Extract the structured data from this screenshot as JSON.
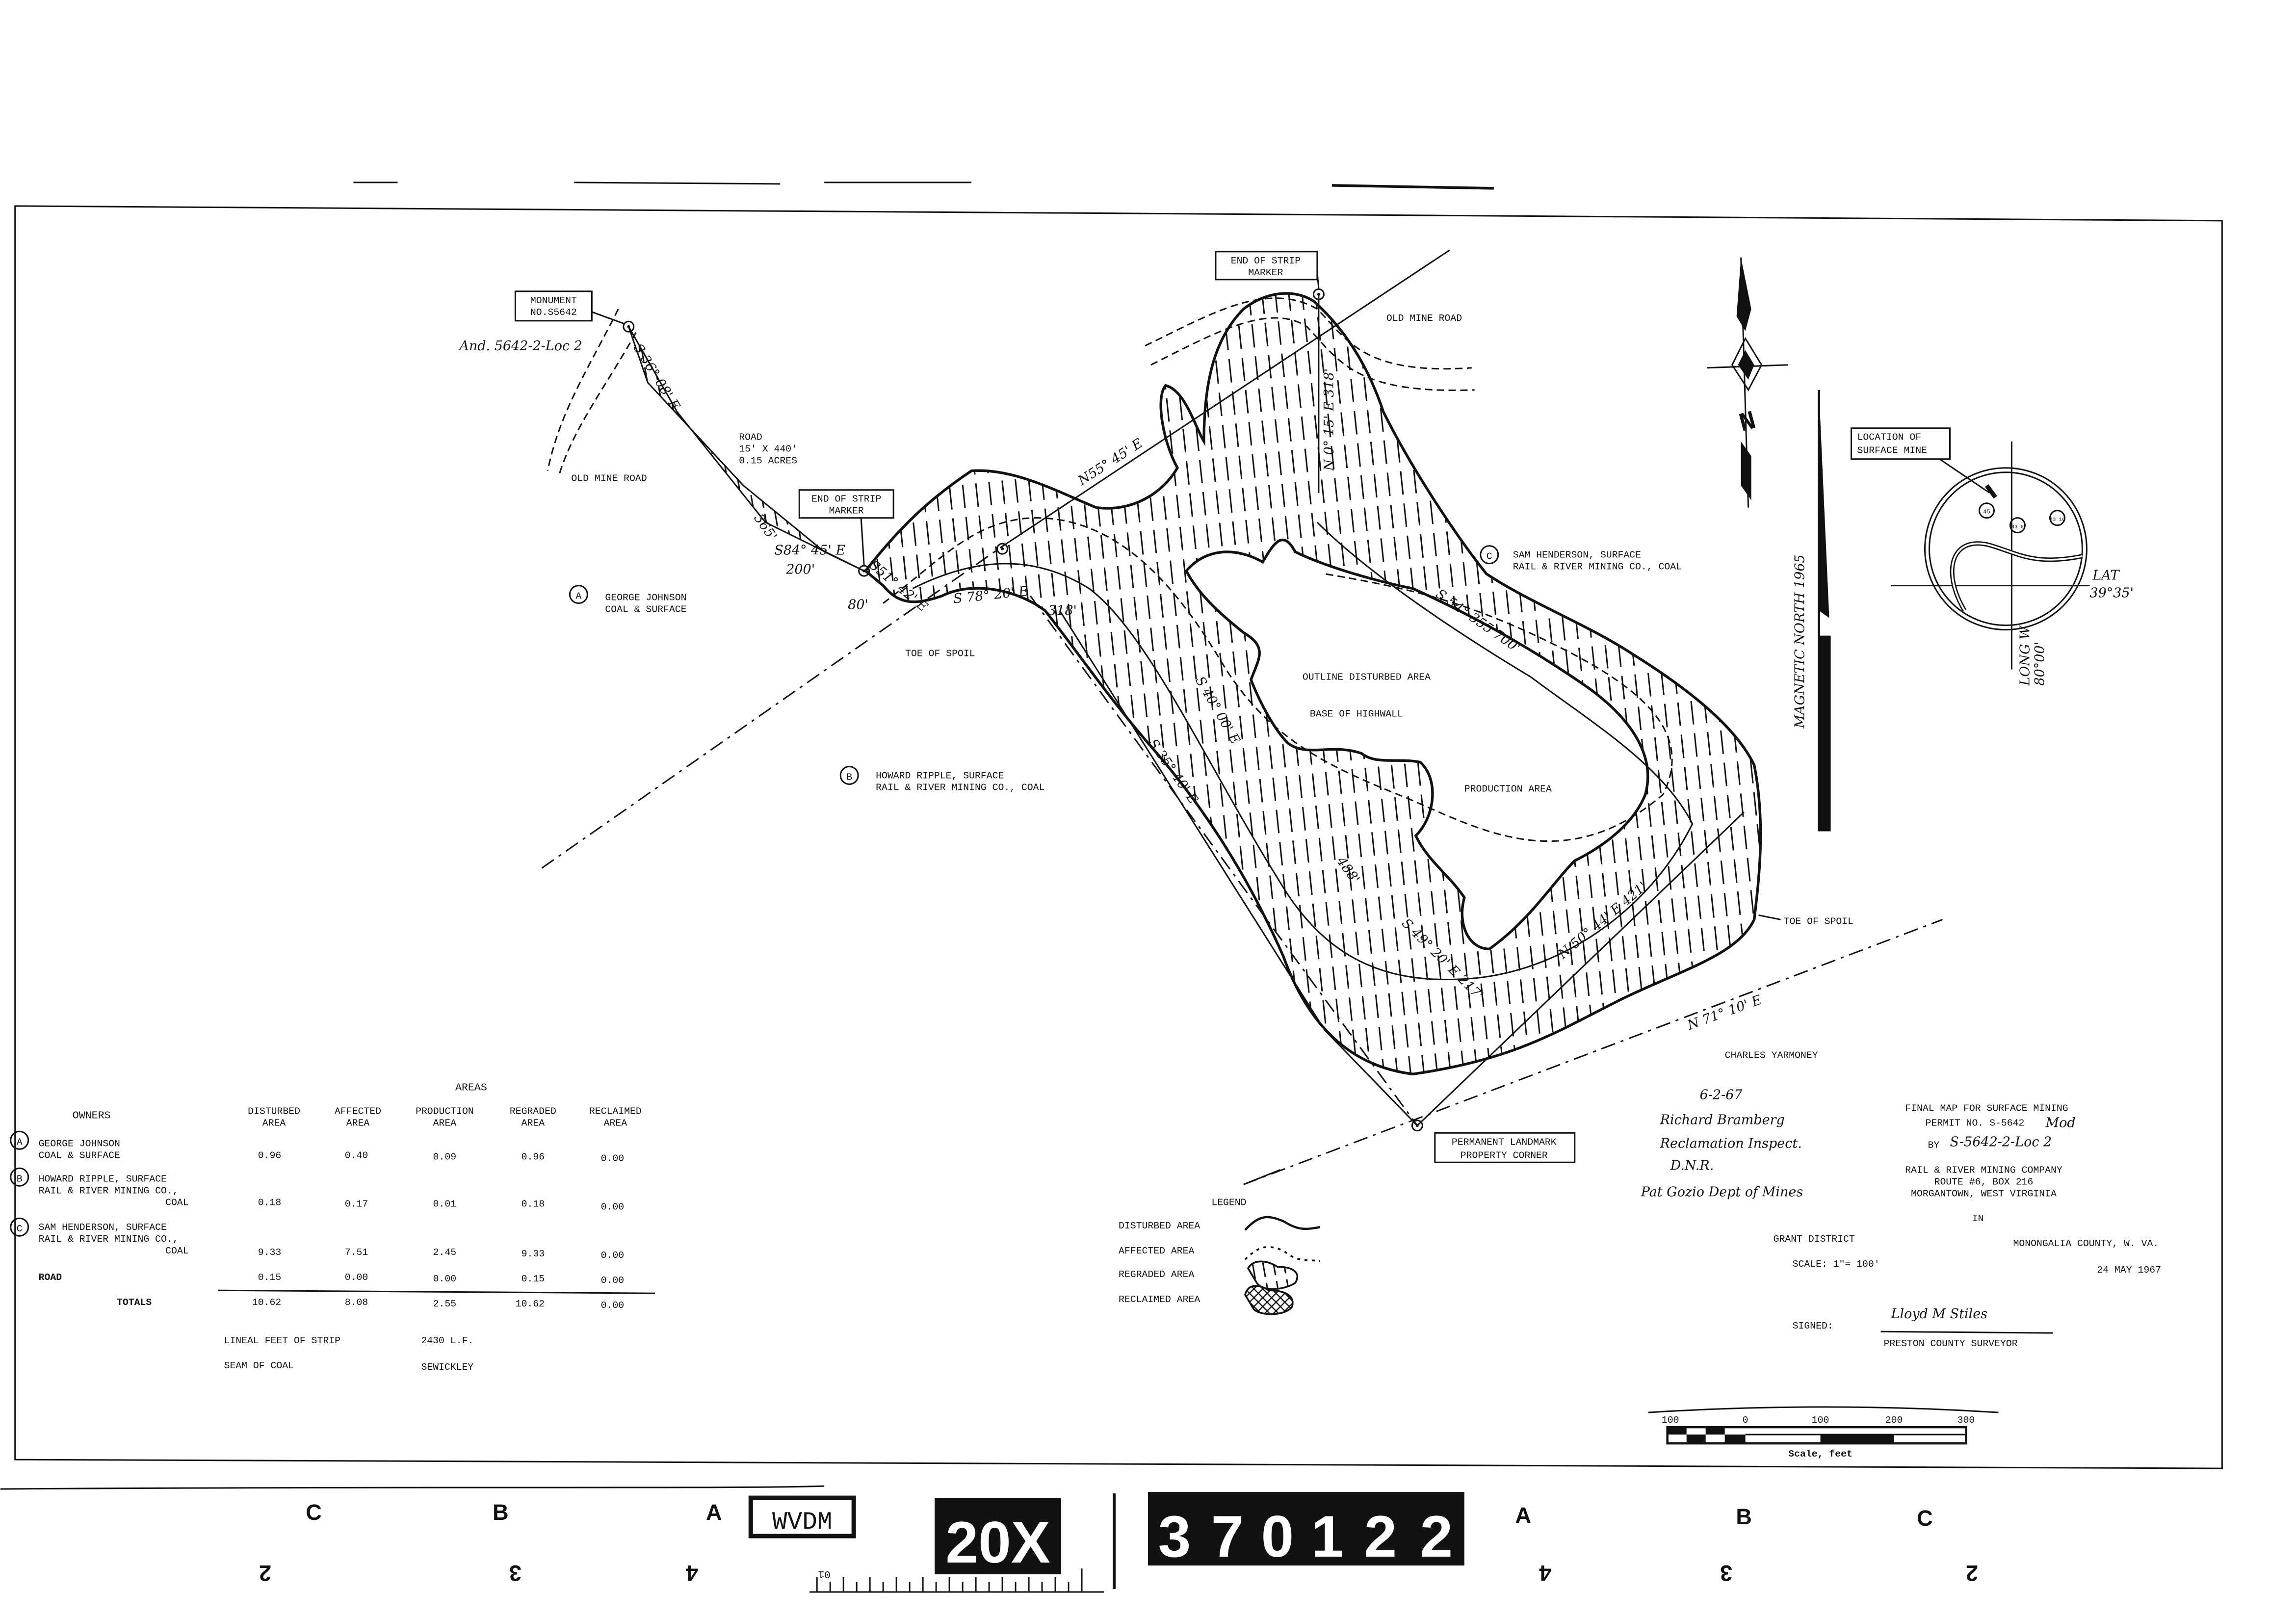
{
  "map": {
    "monument_label": [
      "MONUMENT",
      "NO.S5642"
    ],
    "monument_handwritten": "And. 5642-2-Loc 2",
    "road_bearing": "S 36° 08' E",
    "road_note": [
      "ROAD",
      "15' X 440'",
      "0.15 ACRES"
    ],
    "old_mine_road_1": "OLD MINE ROAD",
    "old_mine_road_2": "OLD MINE ROAD",
    "end_strip_marker_1": [
      "END OF STRIP",
      "MARKER"
    ],
    "end_strip_marker_2": [
      "END OF STRIP",
      "MARKER"
    ],
    "bearing_s84": [
      "S84° 45' E",
      "200'"
    ],
    "bearing_365": "365'",
    "bearing_s51": "S51° 42' E",
    "dist_80": "80'",
    "bearing_n55": "N55° 45' E",
    "bearing_n0": "N 0° 15' E  318'",
    "bearing_s78": "S 78° 20' E",
    "dist_318": "318'",
    "bearing_s40": "S 40° 00' E",
    "bearing_s35": "S 35° 40' E",
    "dist_488": "488'",
    "bearing_s49": "S 49° 20' E  217'",
    "bearing_n50": "N 50° 44' E  421'",
    "bearing_s54": "S 54°  355  700'",
    "bearing_n71": "N 71° 10' E",
    "toe_of_spoil_1": "TOE OF SPOIL",
    "toe_of_spoil_2": "TOE OF SPOIL",
    "outline_disturbed": "OUTLINE DISTURBED AREA",
    "base_highwall": "BASE OF HIGHWALL",
    "production_area": "PRODUCTION AREA",
    "owner_a": {
      "marker": "A",
      "lines": [
        "GEORGE JOHNSON",
        "COAL & SURFACE"
      ]
    },
    "owner_b": {
      "marker": "B",
      "lines": [
        "HOWARD RIPPLE, SURFACE",
        "RAIL & RIVER MINING CO., COAL"
      ]
    },
    "owner_c": {
      "marker": "C",
      "lines": [
        "SAM HENDERSON, SURFACE",
        "RAIL & RIVER MINING CO., COAL"
      ]
    },
    "adjoiner": "CHARLES YARMONEY",
    "landmark": [
      "PERMANENT LANDMARK",
      "PROPERTY CORNER"
    ],
    "north_letter": "N",
    "magnetic_north": "MAGNETIC NORTH 1965",
    "location_label": [
      "LOCATION OF",
      "SURFACE MINE"
    ],
    "location_circles": [
      "45",
      "43 8",
      "43 16"
    ],
    "lat": [
      "LAT",
      "39°35'"
    ],
    "long": [
      "LONG W",
      "80°00'"
    ]
  },
  "areas_table": {
    "title": "AREAS",
    "owners_header": "OWNERS",
    "columns": [
      [
        "DISTURBED",
        "AREA"
      ],
      [
        "AFFECTED",
        "AREA"
      ],
      [
        "PRODUCTION",
        "AREA"
      ],
      [
        "REGRADED",
        "AREA"
      ],
      [
        "RECLAIMED",
        "AREA"
      ]
    ],
    "rows": [
      {
        "marker": "A",
        "name": [
          "GEORGE JOHNSON",
          "COAL & SURFACE"
        ],
        "values": [
          "0.96",
          "0.40",
          "0.09",
          "0.96",
          "0.00"
        ]
      },
      {
        "marker": "B",
        "name": [
          "HOWARD RIPPLE, SURFACE",
          "RAIL & RIVER MINING CO.,",
          "COAL"
        ],
        "values": [
          "0.18",
          "0.17",
          "0.01",
          "0.18",
          "0.00"
        ]
      },
      {
        "marker": "C",
        "name": [
          "SAM HENDERSON, SURFACE",
          "RAIL & RIVER MINING CO.,",
          "COAL"
        ],
        "values": [
          "9.33",
          "7.51",
          "2.45",
          "9.33",
          "0.00"
        ]
      },
      {
        "marker": "",
        "name": [
          "ROAD"
        ],
        "values": [
          "0.15",
          "0.00",
          "0.00",
          "0.15",
          "0.00"
        ]
      }
    ],
    "totals_label": "TOTALS",
    "totals": [
      "10.62",
      "8.08",
      "2.55",
      "10.62",
      "0.00"
    ],
    "lineal_label": "LINEAL FEET OF STRIP",
    "lineal_value": "2430 L.F.",
    "seam_label": "SEAM OF COAL",
    "seam_value": "SEWICKLEY"
  },
  "legend": {
    "title": "LEGEND",
    "items": [
      "DISTURBED AREA",
      "AFFECTED AREA",
      "REGRADED AREA",
      "RECLAIMED AREA"
    ]
  },
  "title_block": {
    "title": "FINAL MAP FOR SURFACE MINING",
    "permit": "PERMIT NO. S-5642",
    "permit_hand": "Mod",
    "by": "BY",
    "by_hand": "S-5642-2-Loc 2",
    "company": "RAIL &  RIVER MINING COMPANY",
    "address1": "ROUTE #6, BOX 216",
    "address2": "MORGANTOWN,  WEST VIRGINIA",
    "in": "IN",
    "district": "GRANT DISTRICT",
    "county": "MONONGALIA COUNTY, W. VA.",
    "scale": "SCALE:  1\"= 100'",
    "date": "24  MAY  1967",
    "signed": "SIGNED:",
    "signature": "Lloyd M Stiles",
    "surveyor": "PRESTON COUNTY SURVEYOR"
  },
  "handwritten_notes": [
    "6-2-67",
    "Richard Bramberg",
    "Reclamation Inspect.",
    "D.N.R.",
    "Pat Gozio Dept of Mines"
  ],
  "scale_bar": {
    "ticks": [
      "100",
      "0",
      "100",
      "200",
      "300"
    ],
    "label": "Scale, feet"
  },
  "film_strip": {
    "top_letters": [
      "C",
      "B",
      "A",
      "A",
      "B",
      "C"
    ],
    "bottom_digits": [
      "2",
      "3",
      "4",
      "4",
      "3",
      "2"
    ],
    "stamp": "WVDM",
    "reduction": "20X",
    "frame_number": [
      "3",
      "7",
      "0",
      "1",
      "2",
      "2"
    ],
    "ruler_label": "01"
  }
}
